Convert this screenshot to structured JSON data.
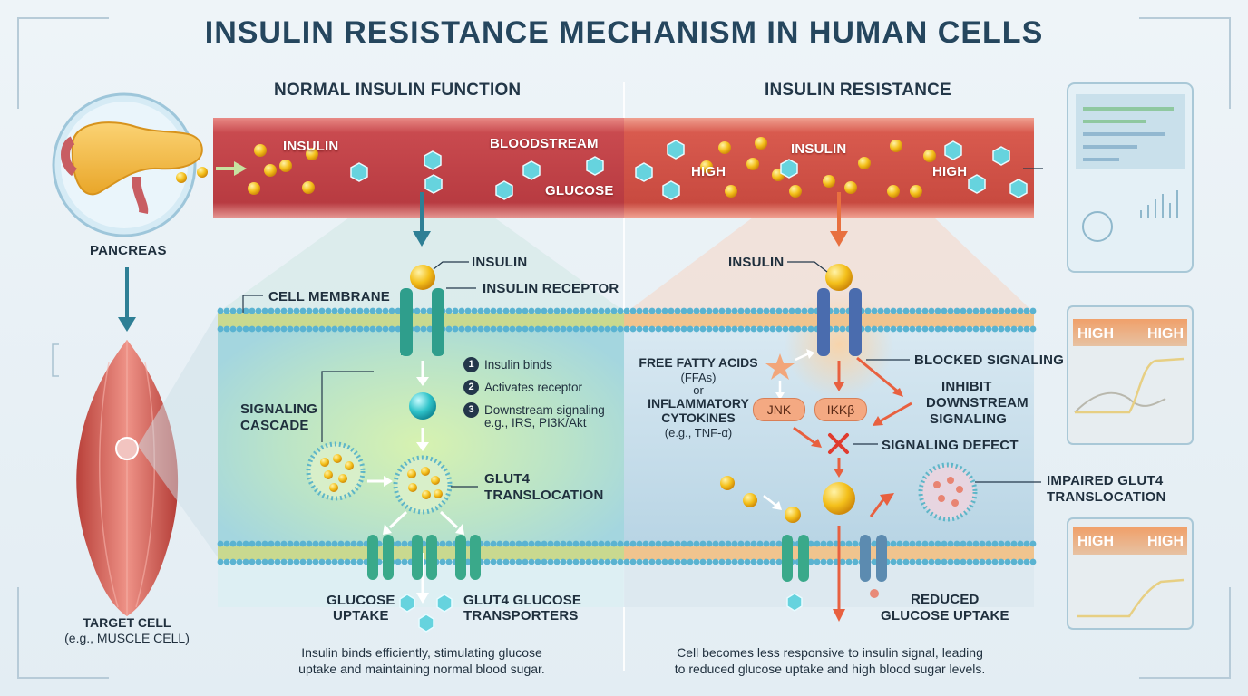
{
  "title": "INSULIN RESISTANCE MECHANISM IN HUMAN CELLS",
  "left": {
    "heading": "NORMAL INSULIN FUNCTION",
    "bloodstream": {
      "insulin": "INSULIN",
      "bloodstream": "BLOODSTREAM",
      "glucose": "GLUCOSE"
    },
    "labels": {
      "insulin": "INSULIN",
      "insulin_receptor": "INSULIN RECEPTOR",
      "cell_membrane": "CELL MEMBRANE",
      "signaling_cascade_1": "SIGNALING",
      "signaling_cascade_2": "CASCADE",
      "glut4_translocation_1": "GLUT4",
      "glut4_translocation_2": "TRANSLOCATION",
      "glucose_uptake_1": "GLUCOSE",
      "glucose_uptake_2": "UPTAKE",
      "glut4_transporters_1": "GLUT4 GLUCOSE",
      "glut4_transporters_2": "TRANSPORTERS"
    },
    "steps": [
      {
        "num": "1",
        "text": "Insulin binds"
      },
      {
        "num": "2",
        "text": "Activates receptor"
      },
      {
        "num": "3",
        "text": "Downstream signaling",
        "sub": "e.g., IRS, PI3K/Akt"
      }
    ],
    "caption_1": "Insulin binds efficiently, stimulating glucose",
    "caption_2": "uptake and maintaining normal blood sugar."
  },
  "right": {
    "heading": "INSULIN RESISTANCE",
    "bloodstream": {
      "insulin": "INSULIN",
      "high_left": "HIGH",
      "high_right": "HIGH"
    },
    "labels": {
      "insulin": "INSULIN",
      "blocked_signaling": "BLOCKED SIGNALING",
      "inhibit_1": "INHIBIT",
      "inhibit_2": "DOWNSTREAM",
      "inhibit_3": "SIGNALING",
      "signaling_defect": "SIGNALING DEFECT",
      "ffa_1": "FREE FATTY ACIDS",
      "ffa_2": "(FFAs)",
      "ffa_3": "or",
      "ffa_4": "INFLAMMATORY",
      "ffa_5": "CYTOKINES",
      "ffa_6": "(e.g., TNF-α)",
      "jnk": "JNK",
      "ikkb": "IKKβ",
      "impaired_1": "IMPAIRED GLUT4",
      "impaired_2": "TRANSLOCATION",
      "reduced_1": "REDUCED",
      "reduced_2": "GLUCOSE UPTAKE"
    },
    "caption_1": "Cell becomes less responsive to insulin signal, leading",
    "caption_2": "to reduced glucose uptake and high blood sugar levels."
  },
  "side": {
    "pancreas": "PANCREAS",
    "target_cell_1": "TARGET CELL",
    "target_cell_2": "(e.g., MUSCLE CELL)"
  },
  "panels": {
    "chart1": {
      "left": "HIGH",
      "right": "HIGH"
    },
    "chart2": {
      "left": "HIGH",
      "right": "HIGH"
    }
  },
  "colors": {
    "insulin": "#f2b516",
    "glucose": "#5fd0dc",
    "blood": "#c84b4f",
    "alert": "#e8573f",
    "panel": "#f09a63"
  }
}
